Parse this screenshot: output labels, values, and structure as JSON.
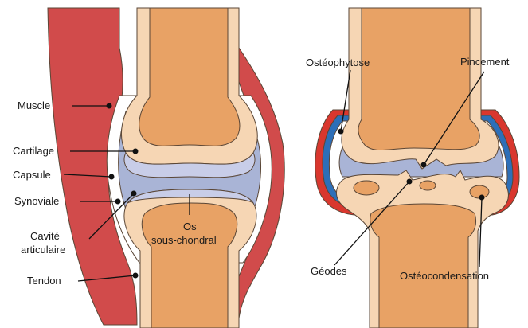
{
  "colors": {
    "muscle": "#d14b4b",
    "muscle_edge": "#a83232",
    "bone_outer": "#f6d6b4",
    "bone_inner": "#e8a265",
    "cartilage": "#c8cde8",
    "synovial_space": "#a9b4d6",
    "capsule": "#ffffff",
    "osteophyte_red": "#d9372e",
    "osteophyte_blue": "#2d6fb8",
    "outline": "#5a4636",
    "leader": "#111111"
  },
  "left_panel": {
    "labels": {
      "muscle": "Muscle",
      "cartilage": "Cartilage",
      "capsule": "Capsule",
      "synoviale": "Synoviale",
      "cavite_line1": "Cavité",
      "cavite_line2": "articulaire",
      "tendon": "Tendon",
      "os_line1": "Os",
      "os_line2": "sous-chondral"
    }
  },
  "right_panel": {
    "labels": {
      "osteophytose": "Ostéophytose",
      "pincement": "Pincement",
      "geodes": "Géodes",
      "osteocondensation": "Ostéocondensation"
    }
  }
}
